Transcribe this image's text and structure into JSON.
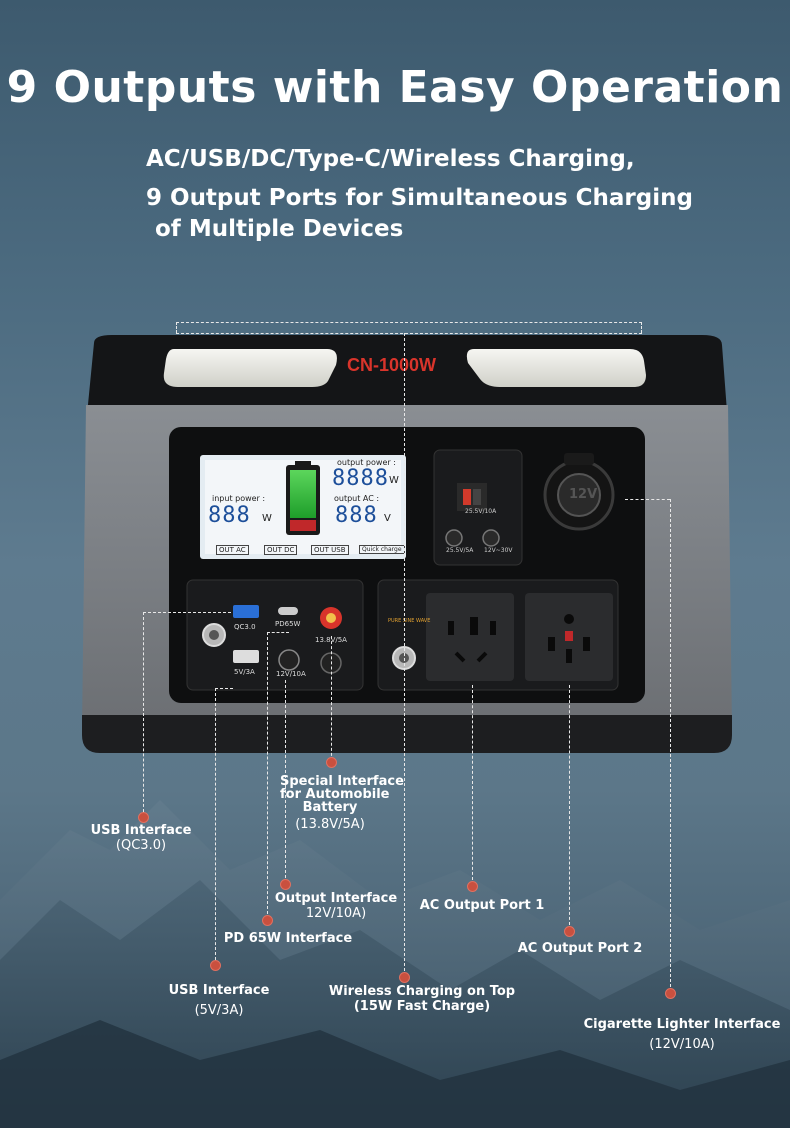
{
  "heading": {
    "title": "9 Outputs with Easy Operation",
    "line1": "AC/USB/DC/Type-C/Wireless Charging,",
    "line2": "9 Output Ports for Simultaneous Charging",
    "line3": "of Multiple Devices"
  },
  "device": {
    "model": "CN-1000W",
    "lcd": {
      "output_power": "output power :",
      "input_power": "input power :",
      "output_ac": "output AC :",
      "digits4": "8888",
      "digits3": "888",
      "unit_w": "W",
      "unit_v": "V",
      "btn_out_ac": "OUT AC",
      "btn_out_dc": "OUT DC",
      "btn_out_usb": "OUT USB",
      "btn_quick": "Quick charge"
    },
    "labels": {
      "qc": "QC3.0",
      "pd": "PD65W",
      "usb": "5V/3A",
      "dc": "12V/10A",
      "battery": "13.8V/5A",
      "pure_sine": "PURE SINE WAVE",
      "anderson": "25.5V/10A",
      "dc_left": "25.5V/5A",
      "dc_right": "12V~30V",
      "lighter": "12V"
    }
  },
  "callouts": {
    "usb_qc": {
      "title": "USB Interface",
      "detail": "(QC3.0)"
    },
    "battery": {
      "title1": "Special Interface",
      "title2": "for Automobile",
      "title3": "Battery",
      "detail": "(13.8V/5A)"
    },
    "output": {
      "title": "Output Interface",
      "detail": "12V/10A)"
    },
    "ac1": {
      "title": "AC Output Port 1"
    },
    "pd": {
      "title": "PD 65W Interface"
    },
    "ac2": {
      "title": "AC Output Port 2"
    },
    "usb_5v": {
      "title": "USB Interface",
      "detail": "(5V/3A)"
    },
    "wireless": {
      "title1": "Wireless Charging on Top",
      "title2": "(15W Fast Charge)"
    },
    "lighter": {
      "title": "Cigarette Lighter Interface",
      "detail": "(12V/10A)"
    }
  },
  "colors": {
    "accent": "#c9503f",
    "model_red": "#d9342b",
    "battery_green": "#2fbf3a",
    "lcd_blue": "#1d4f9a"
  }
}
